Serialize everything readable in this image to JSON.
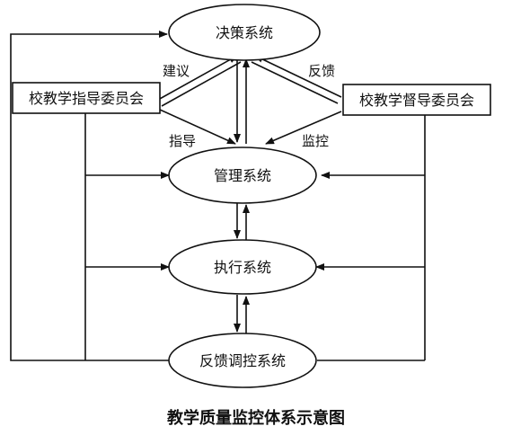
{
  "diagram": {
    "nodes": {
      "decision": "决策系统",
      "guidance_committee": "校教学指导委员会",
      "supervision_committee": "校教学督导委员会",
      "management": "管理系统",
      "execution": "执行系统",
      "feedback_control": "反馈调控系统"
    },
    "edge_labels": {
      "suggest": "建议",
      "feedback": "反馈",
      "guide": "指导",
      "monitor": "监控"
    },
    "caption": "教学质量监控体系示意图"
  }
}
